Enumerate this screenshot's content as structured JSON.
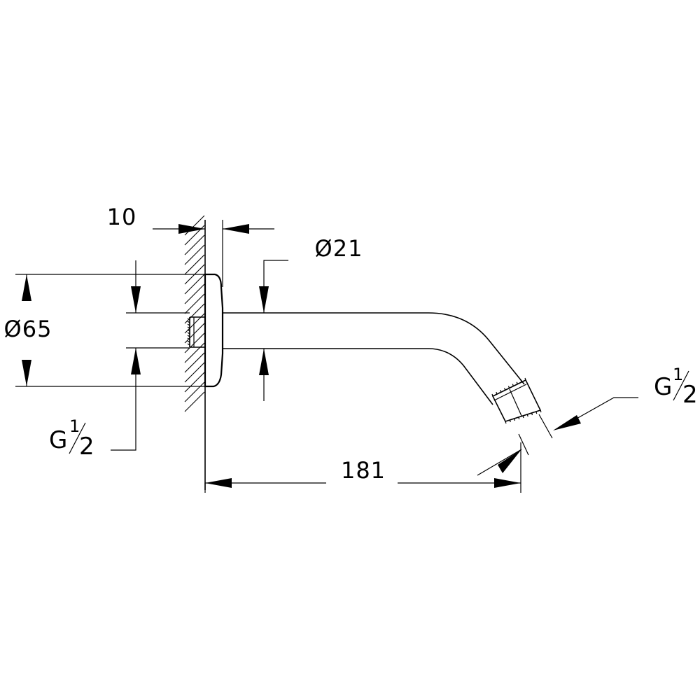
{
  "dimensions": {
    "flange_thickness": "10",
    "pipe_diameter": "Ø21",
    "flange_diameter": "Ø65",
    "arm_length": "181"
  },
  "threads": {
    "inlet": {
      "letter": "G",
      "numerator": "1",
      "denominator": "2"
    },
    "outlet": {
      "letter": "G",
      "numerator": "1",
      "denominator": "2"
    }
  }
}
